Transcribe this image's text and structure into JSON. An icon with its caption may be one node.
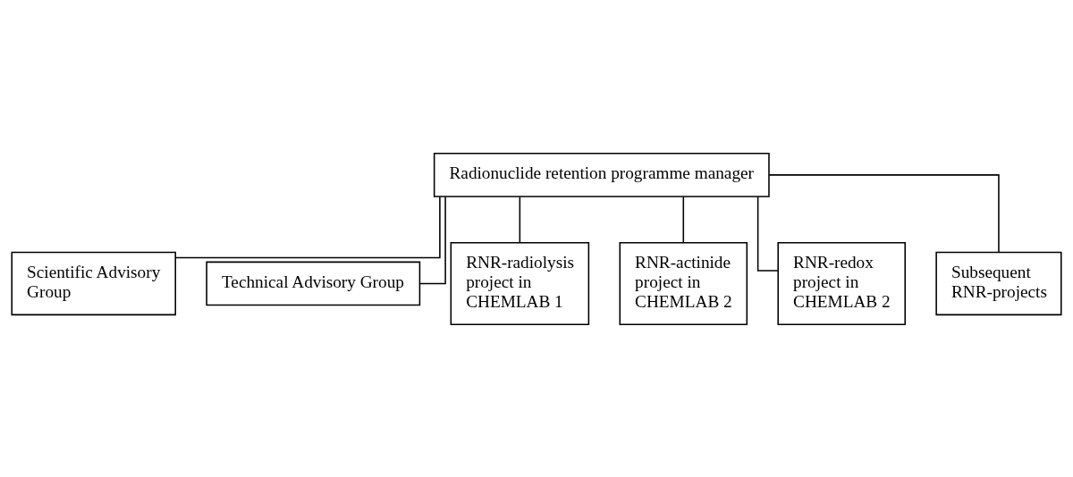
{
  "diagram": {
    "nodes": [
      {
        "text": [
          "Radionuclide retention programme manager"
        ]
      },
      {
        "text": [
          "Scientific Advisory Group"
        ]
      },
      {
        "text": [
          "Technical Advisory Group"
        ]
      },
      {
        "text": [
          "RNR-radiolysis project in CHEMLAB 1"
        ]
      },
      {
        "text": [
          "RNR-actinide project in CHEMLAB 2"
        ]
      },
      {
        "text": [
          "RNR-redox project in CHEMLAB 2"
        ]
      },
      {
        "text": [
          "Subsequent RNR-projects"
        ]
      }
    ],
    "edges": [
      {
        "from": 0,
        "to": 1,
        "arrow": "none"
      },
      {
        "from": 0,
        "to": 2,
        "arrow": "none"
      },
      {
        "from": 0,
        "to": 3,
        "arrow": "none"
      },
      {
        "from": 0,
        "to": 4,
        "arrow": "none"
      },
      {
        "from": 0,
        "to": 5,
        "arrow": "none"
      },
      {
        "from": 0,
        "to": 6,
        "arrow": "none"
      }
    ]
  }
}
